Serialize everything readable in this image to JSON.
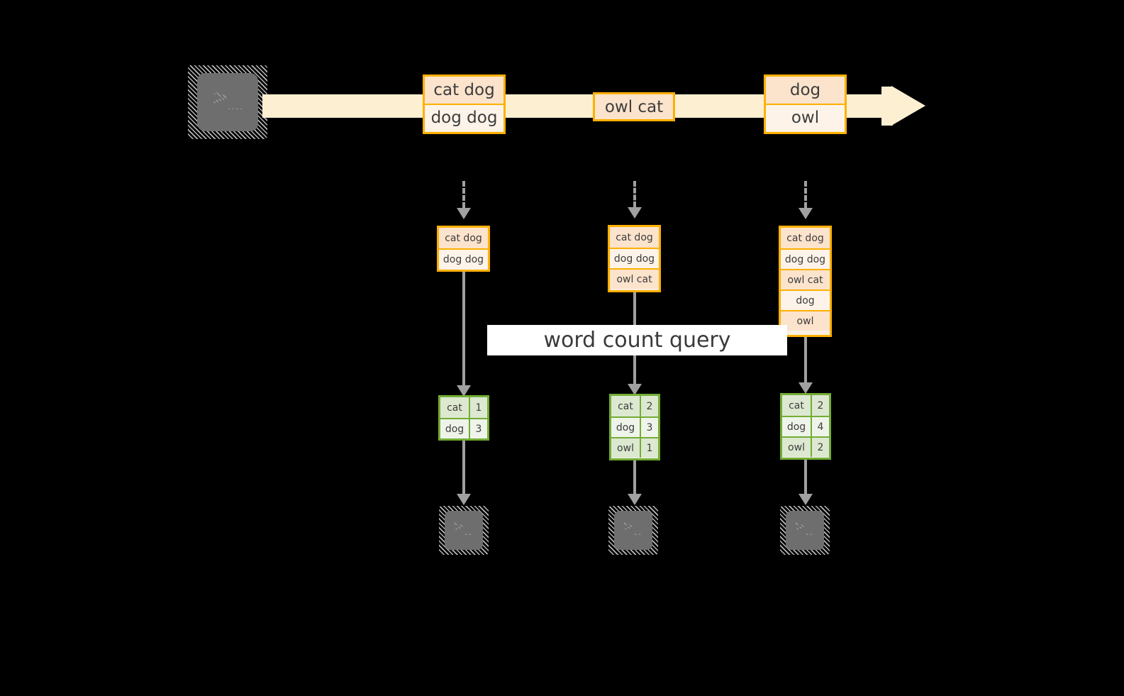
{
  "diagram": {
    "title": "word count query",
    "colors": {
      "background": "#000000",
      "event_border": "#ffb000",
      "event_fill_dark": "#fce3cc",
      "event_fill_light": "#fdf3e9",
      "stream_band": "#fdf0d2",
      "result_border": "#73ad35",
      "result_fill_dark": "#dde8d1",
      "result_fill_light": "#eff4ea",
      "connector": "#a0a0a0",
      "terminal_face": "#6e6e6e",
      "text": "#3d3d3d",
      "banner_fill": "#ffffff"
    },
    "source": {
      "icon": "terminal-icon",
      "glyph": ">_"
    },
    "stream": {
      "icon": "stream-arrow-icon",
      "events": [
        {
          "id": "event-1",
          "lines": [
            {
              "text": "cat dog",
              "shade": "dark"
            },
            {
              "text": "dog dog",
              "shade": "light"
            }
          ]
        },
        {
          "id": "event-2",
          "lines": [
            {
              "text": "owl cat",
              "shade": "dark"
            }
          ]
        },
        {
          "id": "event-3",
          "lines": [
            {
              "text": "dog",
              "shade": "dark"
            },
            {
              "text": "owl",
              "shade": "light"
            }
          ]
        }
      ]
    },
    "snapshots": [
      {
        "id": "snapshot-1",
        "input_arrow": "dashed-down-arrow-icon",
        "state": [
          {
            "text": "cat dog",
            "shade": "dark"
          },
          {
            "text": "dog dog",
            "shade": "light"
          }
        ],
        "result": {
          "rows": [
            {
              "key": "cat",
              "value": "1",
              "shade": "dark"
            },
            {
              "key": "dog",
              "value": "3",
              "shade": "light"
            }
          ]
        },
        "sink": {
          "icon": "terminal-icon",
          "glyph": ">_"
        }
      },
      {
        "id": "snapshot-2",
        "input_arrow": "dashed-down-arrow-icon",
        "state": [
          {
            "text": "cat dog",
            "shade": "dark"
          },
          {
            "text": "dog dog",
            "shade": "light"
          },
          {
            "text": "owl cat",
            "shade": "dark"
          }
        ],
        "result": {
          "rows": [
            {
              "key": "cat",
              "value": "2",
              "shade": "dark"
            },
            {
              "key": "dog",
              "value": "3",
              "shade": "light"
            },
            {
              "key": "owl",
              "value": "1",
              "shade": "dark"
            }
          ]
        },
        "sink": {
          "icon": "terminal-icon",
          "glyph": ">_"
        }
      },
      {
        "id": "snapshot-3",
        "input_arrow": "dashed-down-arrow-icon",
        "state": [
          {
            "text": "cat dog",
            "shade": "dark"
          },
          {
            "text": "dog dog",
            "shade": "light"
          },
          {
            "text": "owl cat",
            "shade": "dark"
          },
          {
            "text": "dog",
            "shade": "light"
          },
          {
            "text": "owl",
            "shade": "dark"
          }
        ],
        "result": {
          "rows": [
            {
              "key": "cat",
              "value": "2",
              "shade": "dark"
            },
            {
              "key": "dog",
              "value": "4",
              "shade": "light"
            },
            {
              "key": "owl",
              "value": "2",
              "shade": "dark"
            }
          ]
        },
        "sink": {
          "icon": "terminal-icon",
          "glyph": ">_"
        }
      }
    ]
  }
}
